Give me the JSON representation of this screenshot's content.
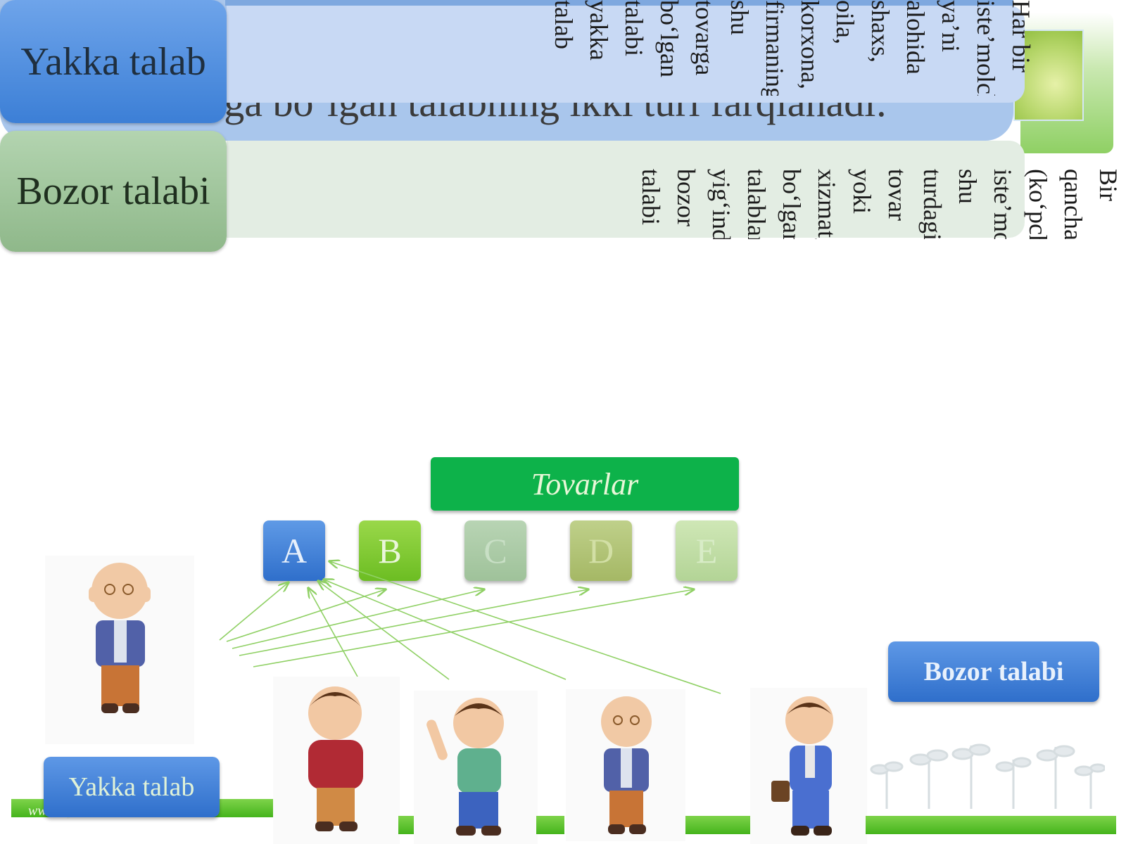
{
  "header": {
    "subtitle": "rga bo‘lgan talabning ikki turi farqlanadi:"
  },
  "labels": {
    "yakka": "Yakka talab",
    "bozor": "Bozor talabi"
  },
  "definitions": {
    "yakka_text": "Har bir iste’molchining, ya’ni alohida shaxs, oila, korxona, firmaning shu tovarga bo‘lgan talabi yakka talab",
    "bozor_text": "Bir qancha (ko‘pchilik) iste’molchilarning shu turdagi tovar yoki xizmatga bo‘lgan talablari yig‘indisi bozor talabi"
  },
  "diagram": {
    "tovarlar": "Tovarlar",
    "goods": [
      "A",
      "B",
      "C",
      "D",
      "E"
    ],
    "bozor_button": "Bozor talabi",
    "yakka_button": "Yakka talab",
    "website": "www.ziyouz.com"
  },
  "colors": {
    "blue": "#3c7fd6",
    "green": "#0db24a",
    "light_green": "#6cbd22",
    "arrow": "#8fd064"
  },
  "icons": [
    "leaf-image",
    "person-figures",
    "sprouts-decor"
  ]
}
